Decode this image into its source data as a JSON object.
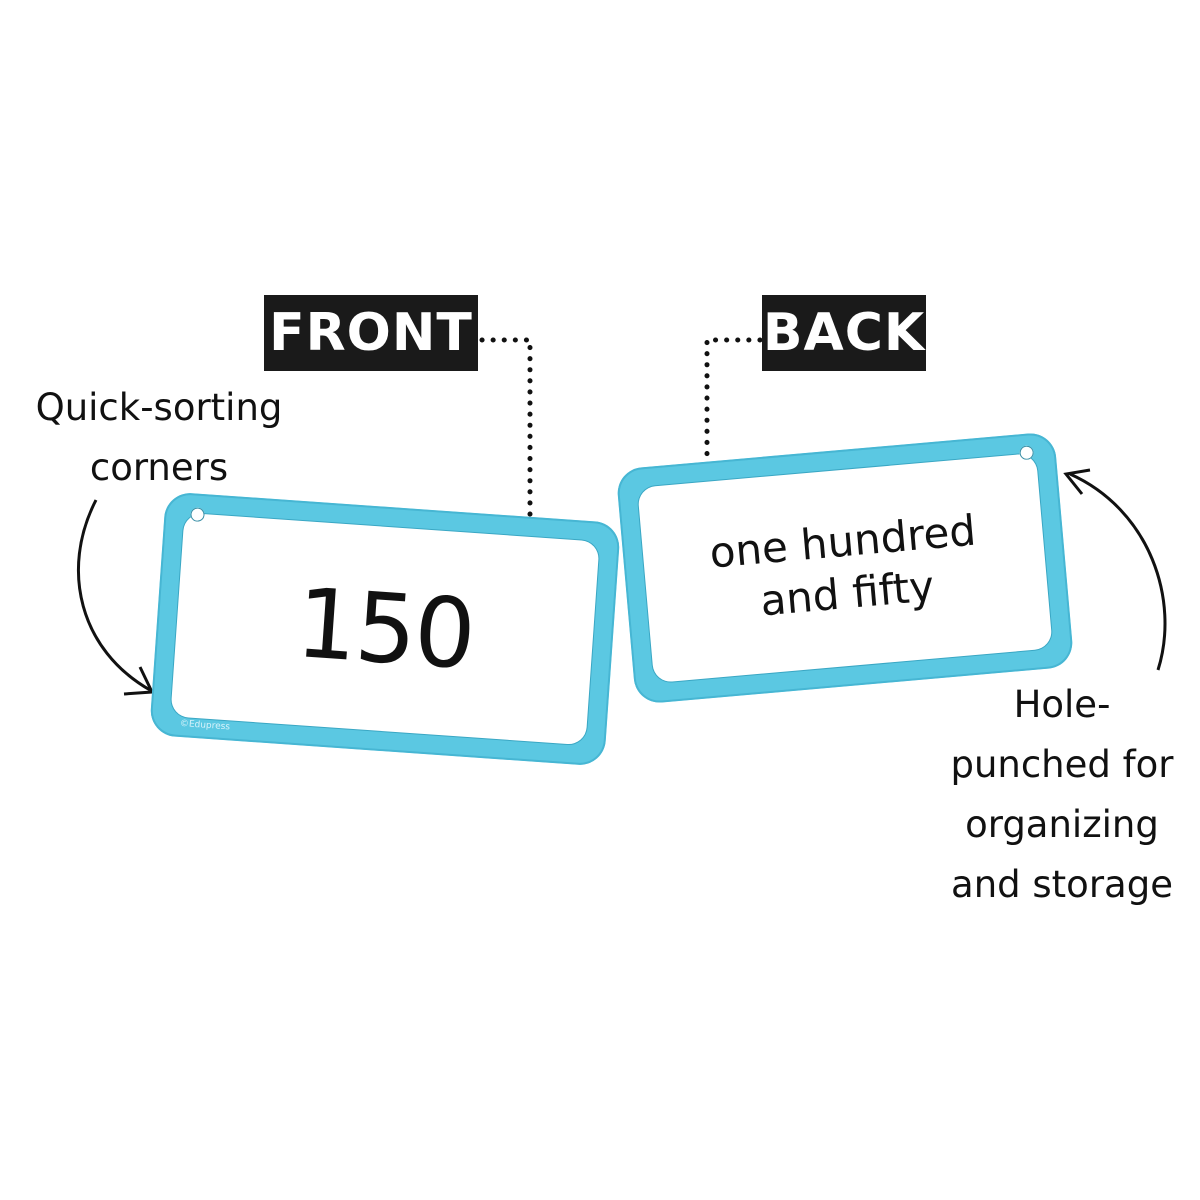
{
  "labels": {
    "front": "FRONT",
    "back": "BACK"
  },
  "cards": {
    "front": {
      "number": "150",
      "brand": "©Edupress"
    },
    "back": {
      "words_line1": "one hundred",
      "words_line2": "and fifty"
    }
  },
  "captions": {
    "corners_line1": "Quick-sorting",
    "corners_line2": "corners",
    "hole_line1": "Hole-",
    "hole_line2": "punched for",
    "hole_line3": "organizing",
    "hole_line4": "and storage"
  },
  "colors": {
    "card_border": "#5bc8e2",
    "label_background": "#1a1a1a",
    "label_text": "#ffffff",
    "text": "#111111"
  },
  "icons": [
    "curved-arrow-icon",
    "curved-arrow-icon",
    "dotted-connector"
  ]
}
